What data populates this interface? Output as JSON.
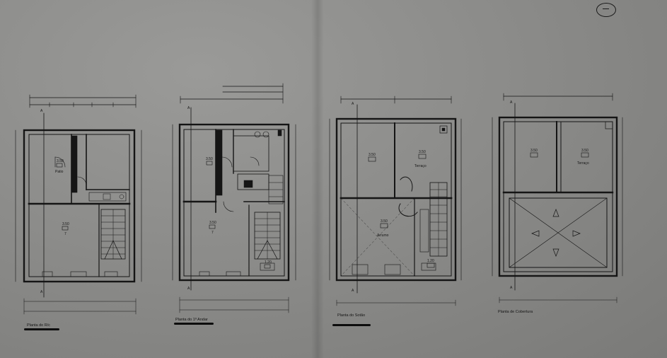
{
  "plans": [
    {
      "caption": "Planta do R/c",
      "rooms": [
        {
          "code": "3.50",
          "label": "Patio"
        },
        {
          "code": "3.50",
          "label": "7"
        }
      ]
    },
    {
      "caption": "Planta do 1º Andar",
      "rooms": [
        {
          "code": "3.50",
          "label": ""
        },
        {
          "code": "3.50",
          "label": "7"
        },
        {
          "code": "1.20",
          "label": ""
        }
      ]
    },
    {
      "caption": "Planta do Sotão",
      "rooms": [
        {
          "code": "3.50",
          "label": ""
        },
        {
          "code": "3.50",
          "label": "Terraço"
        },
        {
          "code": "3.50",
          "label": "Arrumo"
        },
        {
          "code": "1.20",
          "label": ""
        }
      ]
    },
    {
      "caption": "Planta de Cobertura",
      "rooms": [
        {
          "code": "3.50",
          "label": ""
        },
        {
          "code": "3.50",
          "label": "Terraço"
        }
      ]
    }
  ],
  "section_marker": "A",
  "colors": {
    "paper": "#8c8c8a",
    "ink": "#151515"
  },
  "icons": [
    "north-arrow-icon"
  ]
}
